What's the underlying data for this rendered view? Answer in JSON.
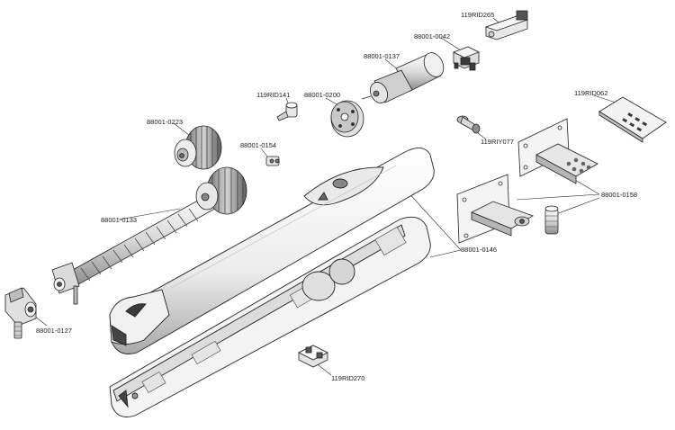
{
  "diagram": {
    "labels": [
      {
        "id": "p_119rid265",
        "text": "119RID265"
      },
      {
        "id": "p_0042",
        "text": "88001-0042"
      },
      {
        "id": "p_0137",
        "text": "88001-0137"
      },
      {
        "id": "p_119rid141",
        "text": "119RID141"
      },
      {
        "id": "p_0200",
        "text": "88001-0200"
      },
      {
        "id": "p_119rid062",
        "text": "119RID062"
      },
      {
        "id": "p_0223",
        "text": "88001-0223"
      },
      {
        "id": "p_0154",
        "text": "88001-0154"
      },
      {
        "id": "p_119riy077",
        "text": "119RIY077"
      },
      {
        "id": "p_0158",
        "text": "88001-0158"
      },
      {
        "id": "p_0133",
        "text": "88001-0133"
      },
      {
        "id": "p_0146",
        "text": "88001-0146"
      },
      {
        "id": "p_0127",
        "text": "88001-0127"
      },
      {
        "id": "p_119rid270",
        "text": "119RID270"
      }
    ]
  }
}
